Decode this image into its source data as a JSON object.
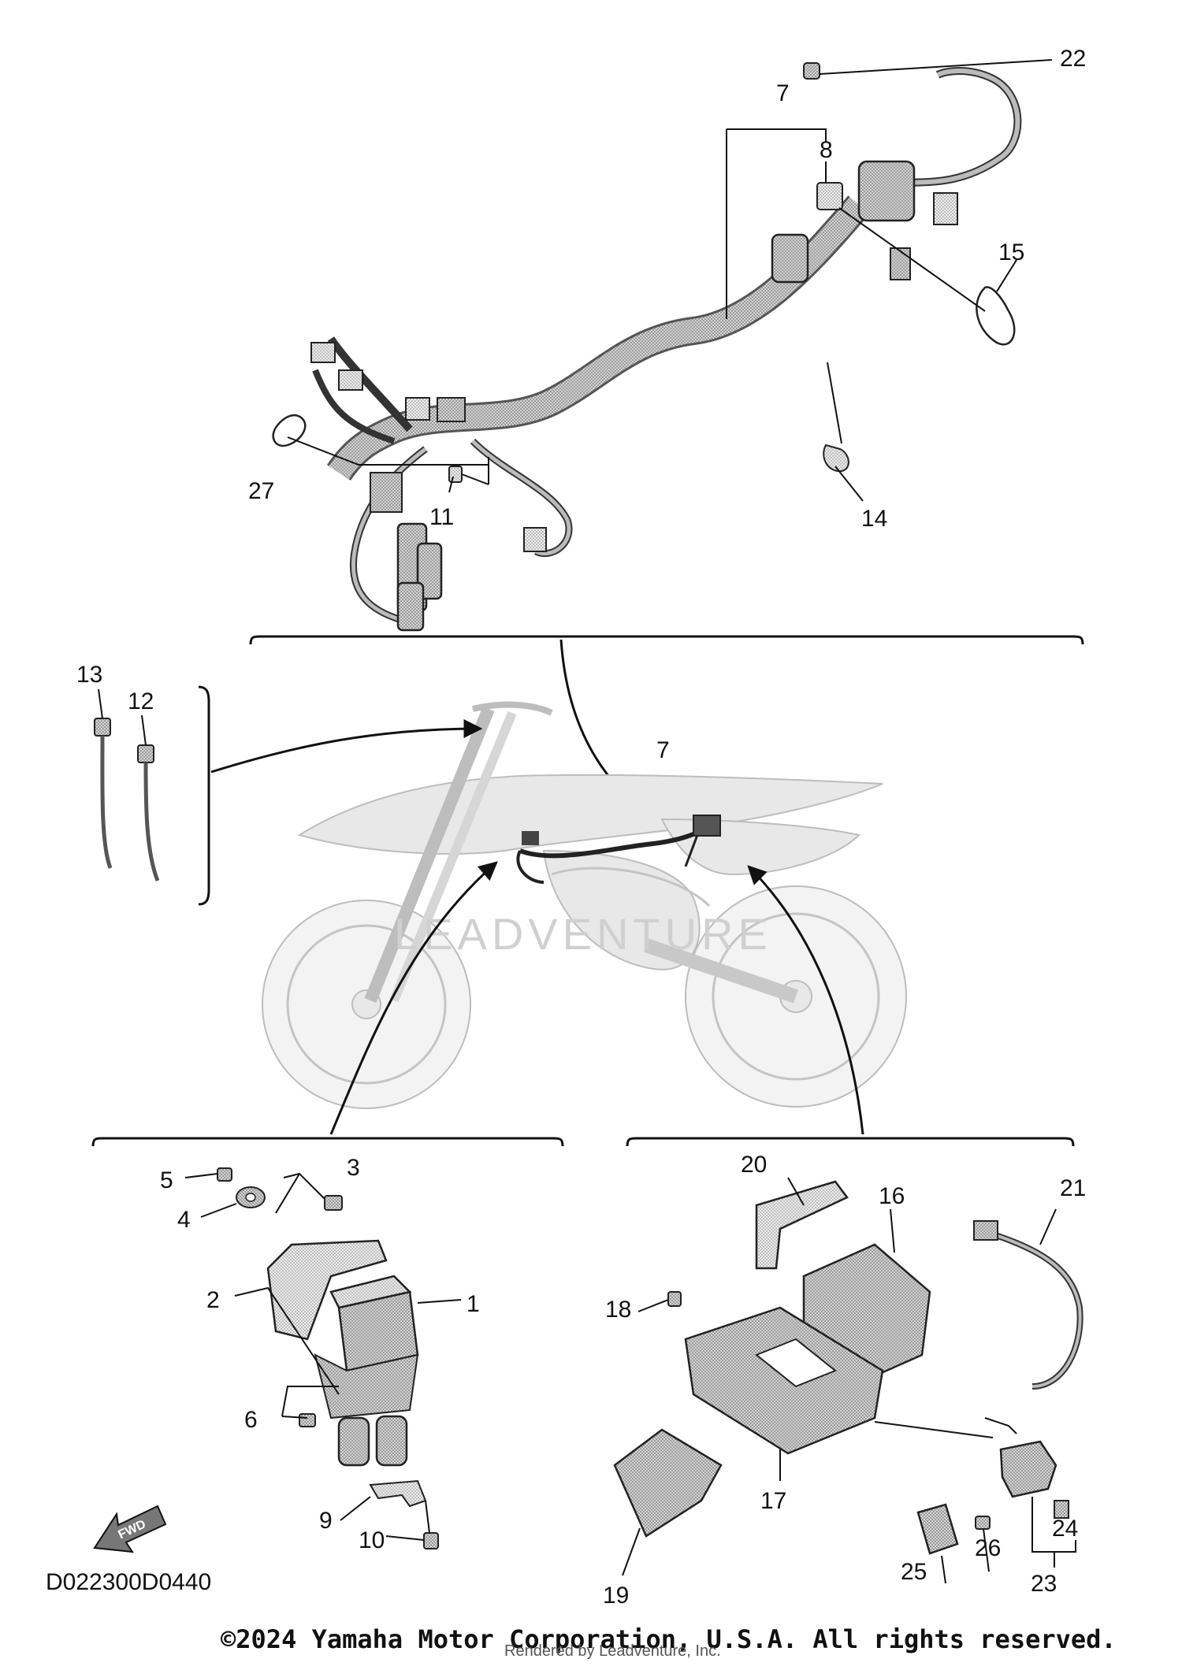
{
  "diagram": {
    "code": "D022300D0440",
    "fwd_badge": "FWD",
    "copyright": "©2024 Yamaha Motor Corporation, U.S.A. All rights reserved.",
    "overlay_text": "Rendered by Leadventure, Inc.",
    "watermark": "LEADVENTURE",
    "callouts": [
      "1",
      "2",
      "3",
      "4",
      "5",
      "6",
      "7",
      "7",
      "8",
      "9",
      "10",
      "11",
      "12",
      "13",
      "14",
      "15",
      "16",
      "17",
      "18",
      "19",
      "20",
      "21",
      "22",
      "23",
      "24",
      "25",
      "26",
      "27"
    ]
  }
}
